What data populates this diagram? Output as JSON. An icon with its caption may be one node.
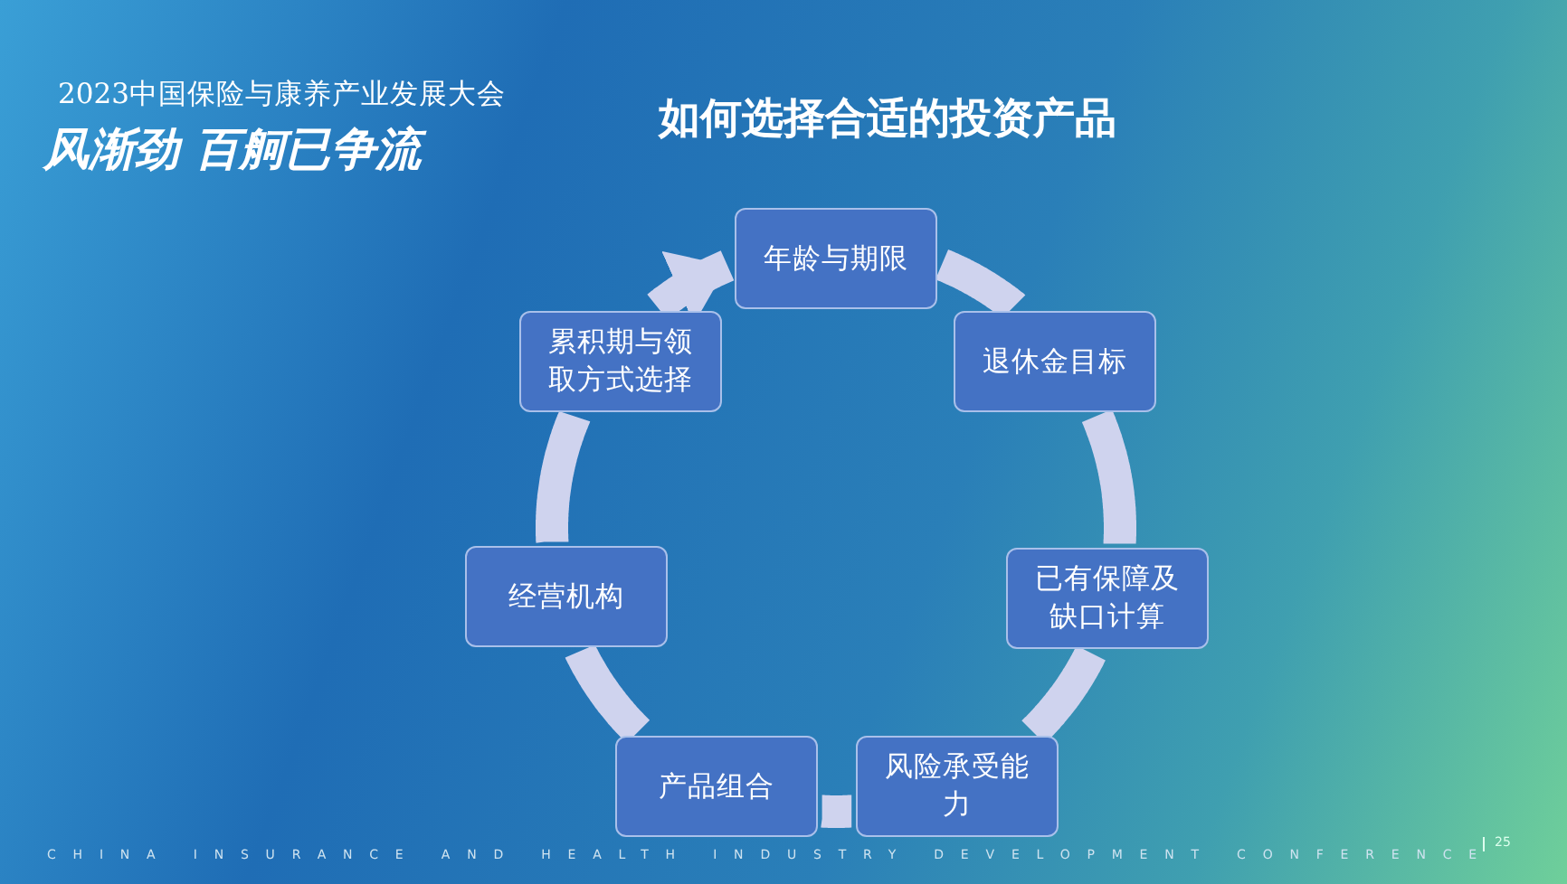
{
  "diagram": {
    "title": "如何选择合适的投资产品",
    "nodes": [
      {
        "text": [
          "年龄与期限"
        ]
      },
      {
        "text": [
          "退休金目标"
        ]
      },
      {
        "text": [
          "已有保障及缺口计算"
        ]
      },
      {
        "text": [
          "风险承受能力"
        ]
      },
      {
        "text": [
          "产品组合"
        ]
      },
      {
        "text": [
          "经营机构"
        ]
      },
      {
        "text": [
          "累积期与领取方式选择"
        ]
      }
    ],
    "edges": [
      {
        "from": 0,
        "to": 1,
        "arrow": "none"
      },
      {
        "from": 1,
        "to": 2,
        "arrow": "none"
      },
      {
        "from": 2,
        "to": 3,
        "arrow": "none"
      },
      {
        "from": 3,
        "to": 4,
        "arrow": "none"
      },
      {
        "from": 4,
        "to": 5,
        "arrow": "none"
      },
      {
        "from": 5,
        "to": 6,
        "arrow": "none"
      },
      {
        "from": 6,
        "to": 0,
        "arrow": "to"
      }
    ],
    "labels": [
      "2023中国保险与康养产业发展大会",
      "风渐劲 百舸已争流",
      "CHINA INSURANCE AND HEALTH INDUSTRY DEVELOPMENT CONFERENCE",
      "25"
    ]
  }
}
